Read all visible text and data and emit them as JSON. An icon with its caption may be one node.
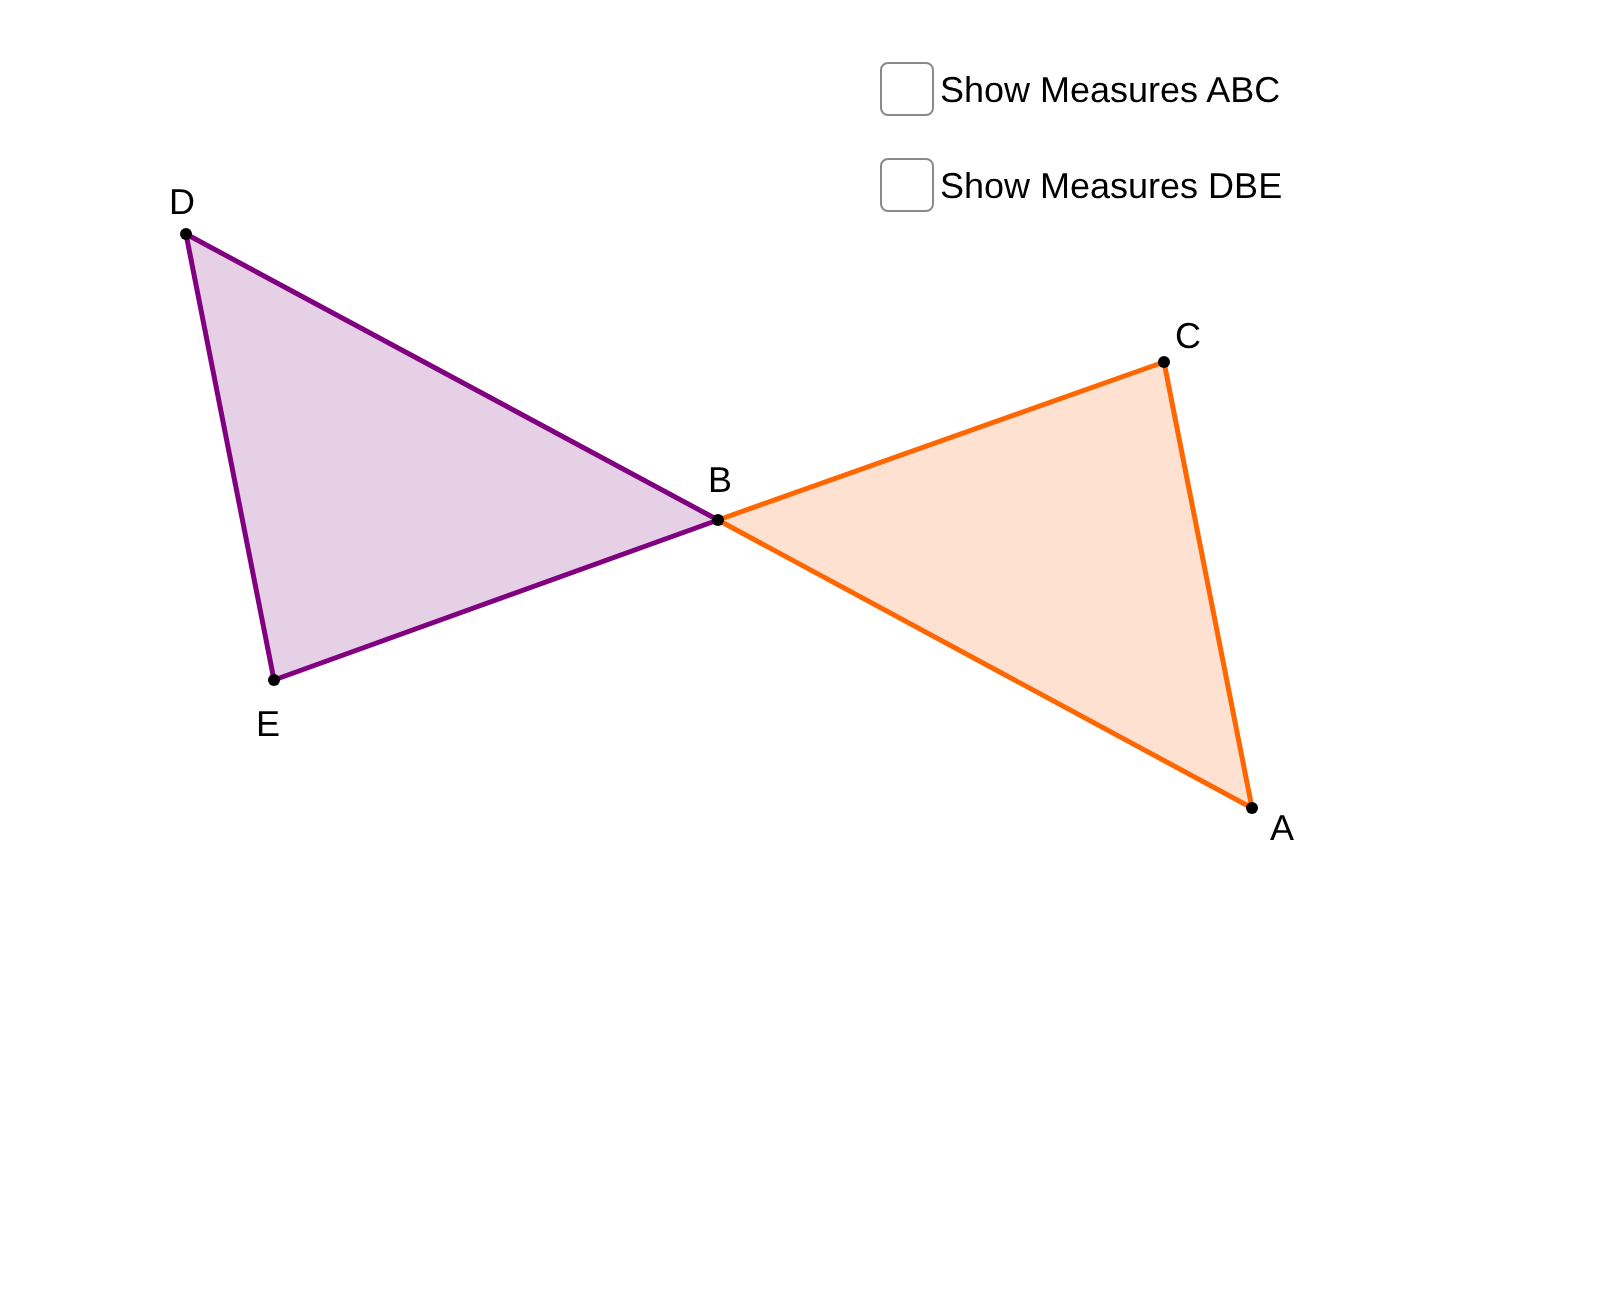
{
  "diagram": {
    "nodes": [
      {
        "text": [
          "D"
        ]
      },
      {
        "text": [
          "C"
        ]
      },
      {
        "text": [
          "B"
        ]
      },
      {
        "text": [
          "E"
        ]
      },
      {
        "text": [
          "A"
        ]
      }
    ],
    "edges": [
      {
        "from": 0,
        "to": 2,
        "arrow": "none",
        "color": "#800080"
      },
      {
        "from": 2,
        "to": 3,
        "arrow": "none",
        "color": "#800080"
      },
      {
        "from": 3,
        "to": 0,
        "arrow": "none",
        "color": "#800080"
      },
      {
        "from": 2,
        "to": 1,
        "arrow": "none",
        "color": "#ff6600"
      },
      {
        "from": 1,
        "to": 4,
        "arrow": "none",
        "color": "#ff6600"
      },
      {
        "from": 4,
        "to": 2,
        "arrow": "none",
        "color": "#ff6600"
      }
    ],
    "labels": [
      "Show Measures ABC",
      "Show Measures DBE"
    ]
  }
}
